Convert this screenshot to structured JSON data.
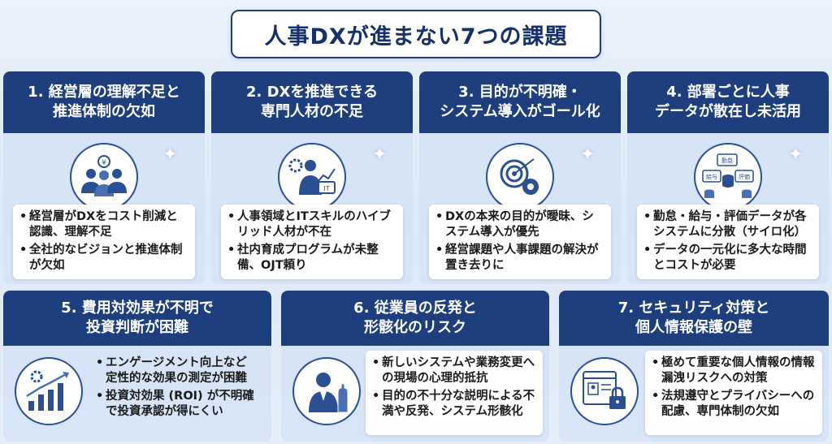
{
  "title": "人事DXが進まない7つの課題",
  "cards": [
    {
      "heading_line1": "1. 経営層の理解不足と",
      "heading_line2": "推進体制の欠如",
      "icon": "executives-icon",
      "bullets": [
        "経営層がDXをコスト削減と認識、理解不足",
        "全社的なビジョンと推進体制が欠如"
      ]
    },
    {
      "heading_line1": "2. DXを推進できる",
      "heading_line2": "専門人材の不足",
      "icon": "it-specialist-icon",
      "bullets": [
        "人事領域とITスキルのハイブリッド人材が不在",
        "社内育成プログラムが未整備、OJT頼り"
      ]
    },
    {
      "heading_line1": "3. 目的が不明確・",
      "heading_line2": "システム導入がゴール化",
      "icon": "target-gear-icon",
      "bullets": [
        "DXの本来の目的が曖昧、システム導入が優先",
        "経営課題や人事課題の解決が置き去りに"
      ]
    },
    {
      "heading_line1": "4. 部署ごとに人事",
      "heading_line2": "データが散在し未活用",
      "icon": "data-silo-icon",
      "icon_labels": [
        "勤怠",
        "給与",
        "評価"
      ],
      "bullets": [
        "勤怠・給与・評価データが各システムに分散（サイロ化）",
        "データの一元化に多大な時間とコストが必要"
      ]
    },
    {
      "heading_line1": "5. 費用対効果が不明で",
      "heading_line2": "投資判断が困難",
      "icon": "growth-chart-icon",
      "bullets": [
        "エンゲージメント向上など定性的な効果の測定が困難",
        "投資対効果 (ROI) が不明確で投資承認が得にくい"
      ]
    },
    {
      "heading_line1": "6. 従業員の反発と",
      "heading_line2": "形骸化のリスク",
      "icon": "employee-stop-icon",
      "bullets": [
        "新しいシステムや業務変更への現場の心理的抵抗",
        "目的の不十分な説明による不満や反発、システム形骸化"
      ]
    },
    {
      "heading_line1": "7. セキュリティ対策と",
      "heading_line2": "個人情報保護の壁",
      "icon": "security-lock-icon",
      "bullets": [
        "極めて重要な個人情報の情報漏洩リスクへの対策",
        "法規遵守とプライバシーへの配慮、専門体制の欠如"
      ]
    }
  ]
}
